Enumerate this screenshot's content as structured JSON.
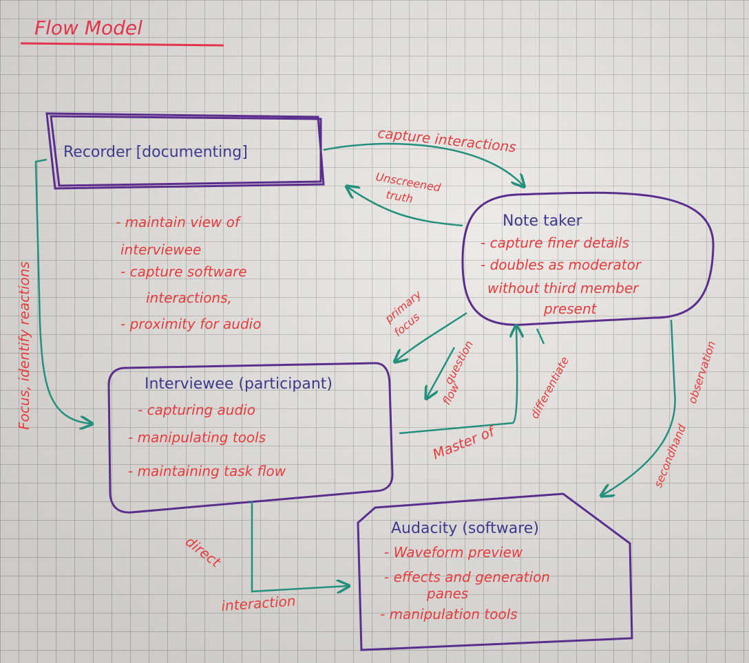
{
  "title": "Flow Model",
  "nodes": {
    "recorder": {
      "label": "Recorder [documenting]",
      "items": [
        "- maintain view of",
        "interviewee",
        "- capture software",
        "interactions,",
        "- proximity for audio"
      ]
    },
    "note_taker": {
      "label": "Note taker",
      "items": [
        "- capture finer details",
        "- doubles as moderator",
        "without third member",
        "present"
      ]
    },
    "interviewee": {
      "label": "Interviewee (participant)",
      "items": [
        "- capturing audio",
        "- manipulating tools",
        "- maintaining task flow"
      ]
    },
    "audacity": {
      "label": "Audacity (software)",
      "items": [
        "- Waveform preview",
        "- effects and generation",
        "panes",
        "- manipulation tools"
      ]
    }
  },
  "edges": {
    "capture_interactions": "capture interactions",
    "unscreened_truth": [
      "Unscreened",
      "truth"
    ],
    "focus_identify": "Focus, identify reactions",
    "primary_focus": [
      "primary",
      "focus"
    ],
    "question_flow": [
      "question",
      "flow"
    ],
    "differentiate": "differentiate",
    "master_of": "Master of",
    "secondhand_observation": [
      "secondhand",
      "observation"
    ],
    "direct_interaction": [
      "direct",
      "interaction"
    ]
  }
}
